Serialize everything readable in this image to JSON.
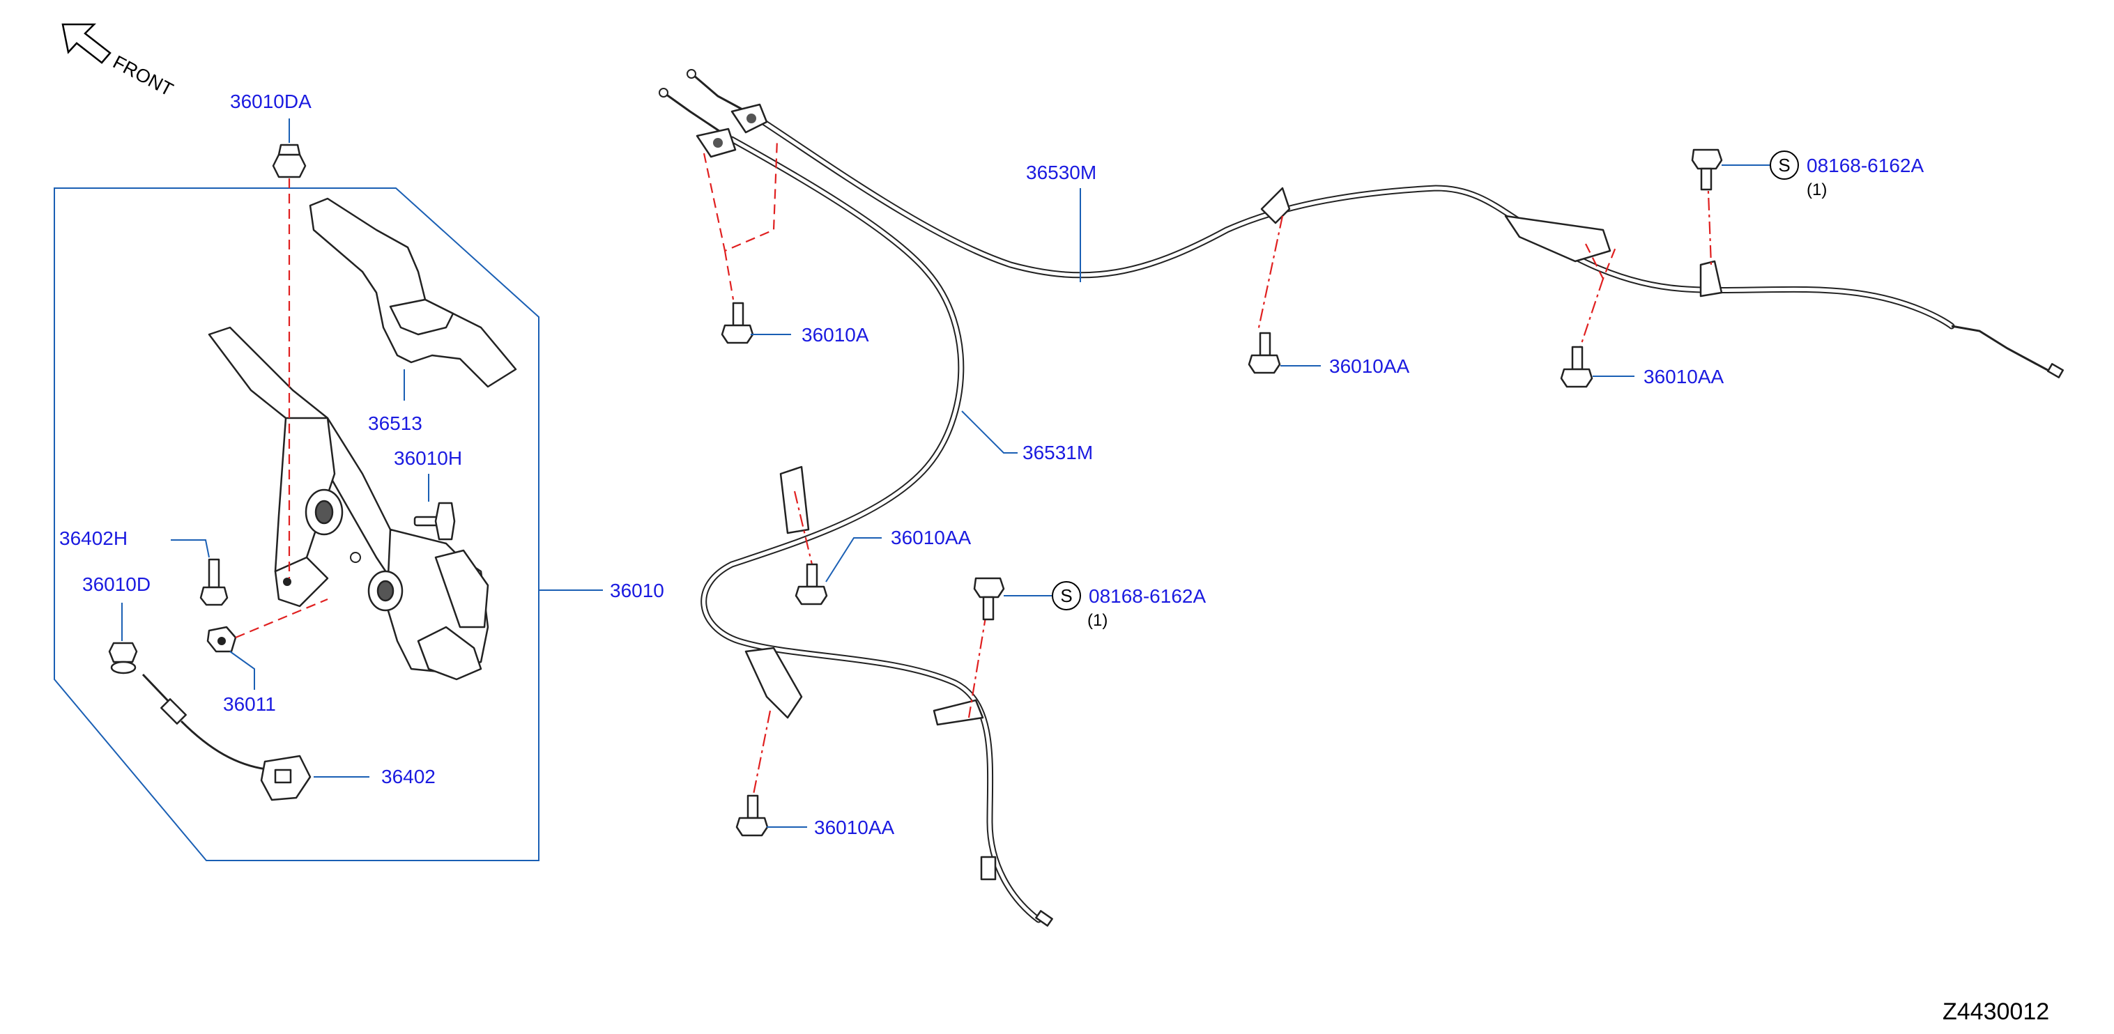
{
  "orientation": {
    "label": "FRONT",
    "icon": "front-arrow-icon"
  },
  "labels": {
    "p36010DA": "36010DA",
    "p36513": "36513",
    "p36010H": "36010H",
    "p36402H": "36402H",
    "p36010D": "36010D",
    "p36011": "36011",
    "p36402": "36402",
    "p36010": "36010",
    "p36530M": "36530M",
    "p36010A": "36010A",
    "p36531M": "36531M",
    "p36010AA_1": "36010AA",
    "p36010AA_2": "36010AA",
    "p36010AA_3": "36010AA",
    "p36010AA_4": "36010AA",
    "p08168_1": "08168-6162A",
    "p08168_2": "08168-6162A"
  },
  "qty": {
    "q1": "(1)",
    "q2": "(1)"
  },
  "standard_symbol": {
    "s1": "S",
    "s2": "S"
  },
  "diagram_code": "Z4430012",
  "colors": {
    "label": "#1a1ae0",
    "leader": "#1a5fb4",
    "centerline": "#e02020",
    "part": "#222222"
  }
}
